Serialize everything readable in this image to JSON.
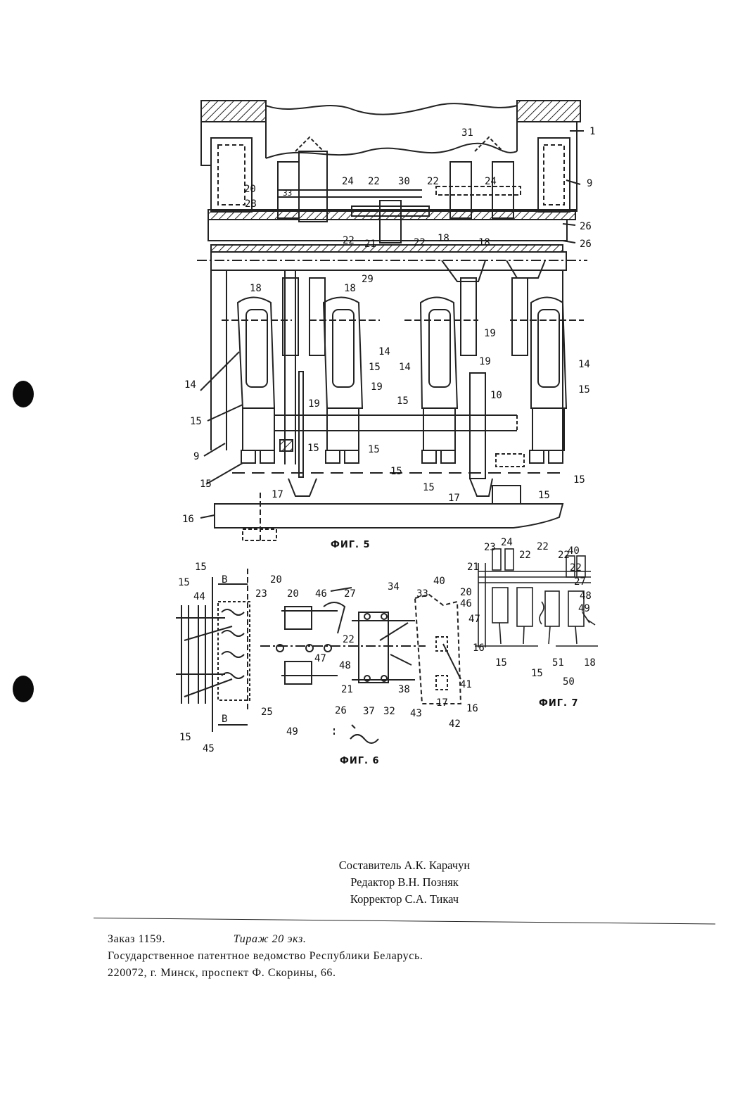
{
  "figures": {
    "fig5": {
      "caption": "ФИГ. 5",
      "labels": [
        "1",
        "9",
        "9",
        "31",
        "20",
        "33",
        "24",
        "22",
        "30",
        "22",
        "24",
        "28",
        "26",
        "26",
        "22",
        "21",
        "22",
        "18",
        "18",
        "29",
        "18",
        "18",
        "14",
        "14",
        "14",
        "14",
        "15",
        "15",
        "15",
        "15",
        "19",
        "19",
        "19",
        "19",
        "10",
        "15",
        "15",
        "15",
        "15",
        "15",
        "15",
        "15",
        "15",
        "17",
        "17",
        "16",
        "16"
      ]
    },
    "fig6": {
      "caption": "ФИГ. 6",
      "labels": [
        "15",
        "15",
        "44",
        "B",
        "23",
        "20",
        "20",
        "46",
        "27",
        "34",
        "33",
        "40",
        "22",
        "47",
        "48",
        "15",
        "41",
        "25",
        "26",
        "21",
        "37",
        "32",
        "38",
        "43",
        "17",
        "16",
        "42",
        "B",
        "49",
        "15",
        "45"
      ]
    },
    "fig7": {
      "caption": "ФИГ. 7",
      "labels": [
        "23",
        "24",
        "22",
        "22",
        "40",
        "21",
        "22",
        "22",
        "20",
        "27",
        "46",
        "48",
        "47",
        "49",
        "16",
        "15",
        "15",
        "51",
        "18",
        "50"
      ]
    }
  },
  "credits": {
    "compiler": "Составитель А.К. Карачун",
    "editor": "Редактор В.Н. Позняк",
    "proofreader": "Корректор С.А. Тикач"
  },
  "footer": {
    "order": "Заказ  1159.",
    "circulation": "Тираж 20 экз.",
    "office": "Государственное патентное ведомство Республики Беларусь.",
    "address": "220072, г. Минск, проспект Ф. Скорины, 66."
  }
}
